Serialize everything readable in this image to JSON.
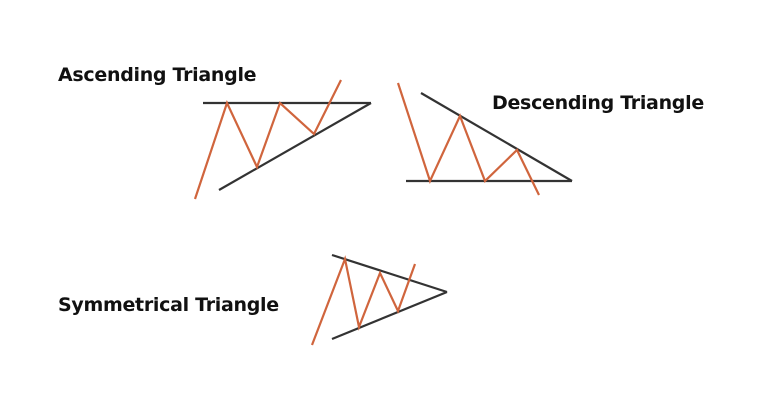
{
  "labels": {
    "ascending": "Ascending Triangle",
    "descending": "Descending Triangle",
    "symmetrical": "Symmetrical Triangle"
  },
  "colors": {
    "trendline": "#333333",
    "price": "#d0653d"
  }
}
